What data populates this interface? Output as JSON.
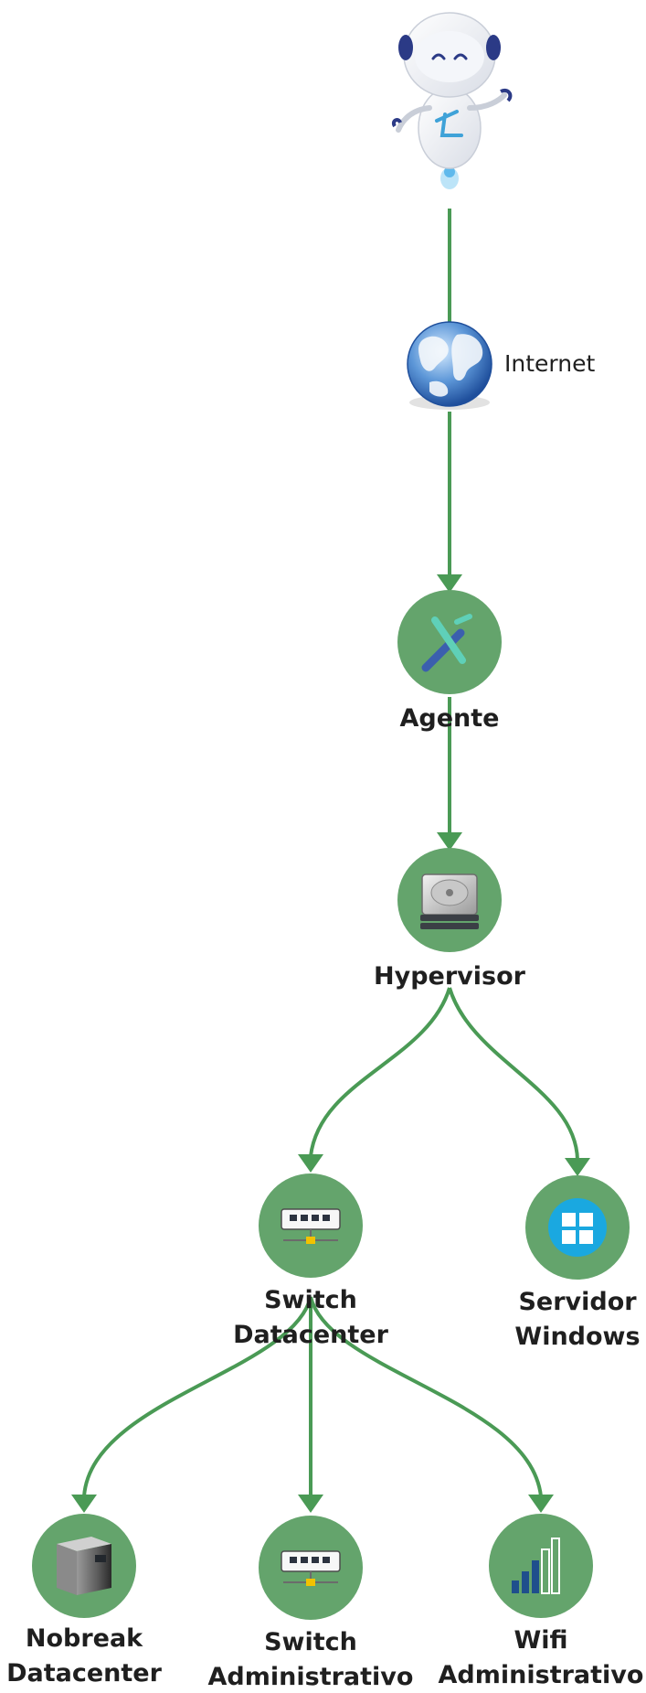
{
  "diagram": {
    "internet_label": "Internet",
    "nodes": {
      "agente": {
        "label": "Agente",
        "icon": "agent-logo-icon"
      },
      "hypervisor": {
        "label": "Hypervisor",
        "icon": "server-drive-icon"
      },
      "switch_datacenter": {
        "line1": "Switch",
        "line2": "Datacenter",
        "icon": "network-switch-icon"
      },
      "servidor_windows": {
        "line1": "Servidor",
        "line2": "Windows",
        "icon": "windows-logo-icon"
      },
      "nobreak_datacenter": {
        "line1": "Nobreak",
        "line2": "Datacenter",
        "icon": "ups-icon"
      },
      "switch_administrativo": {
        "line1": "Switch",
        "line2": "Administrativo",
        "icon": "network-switch-icon"
      },
      "wifi_administrativo": {
        "line1": "Wifi",
        "line2": "Administrativo",
        "icon": "signal-bars-icon"
      }
    },
    "colors": {
      "edge": "#4a9a55",
      "node": "#64a46c",
      "windows_blue": "#1aa8e0"
    },
    "edges": [
      {
        "from": "robot",
        "to": "internet"
      },
      {
        "from": "internet",
        "to": "agente"
      },
      {
        "from": "agente",
        "to": "hypervisor"
      },
      {
        "from": "hypervisor",
        "to": "switch_datacenter"
      },
      {
        "from": "hypervisor",
        "to": "servidor_windows"
      },
      {
        "from": "switch_datacenter",
        "to": "nobreak_datacenter"
      },
      {
        "from": "switch_datacenter",
        "to": "switch_administrativo"
      },
      {
        "from": "switch_datacenter",
        "to": "wifi_administrativo"
      }
    ]
  }
}
